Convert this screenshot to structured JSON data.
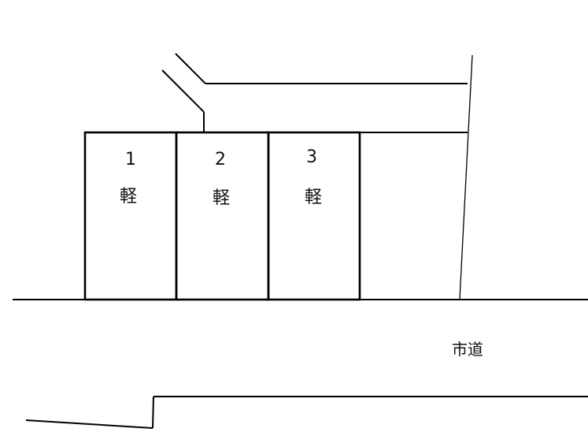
{
  "spaces": [
    {
      "number": "1",
      "type_label": "軽"
    },
    {
      "number": "2",
      "type_label": "軽"
    },
    {
      "number": "3",
      "type_label": "軽"
    }
  ],
  "road_label": "市道",
  "colors": {
    "line": "#000000",
    "background": "#ffffff",
    "text": "#111111"
  }
}
